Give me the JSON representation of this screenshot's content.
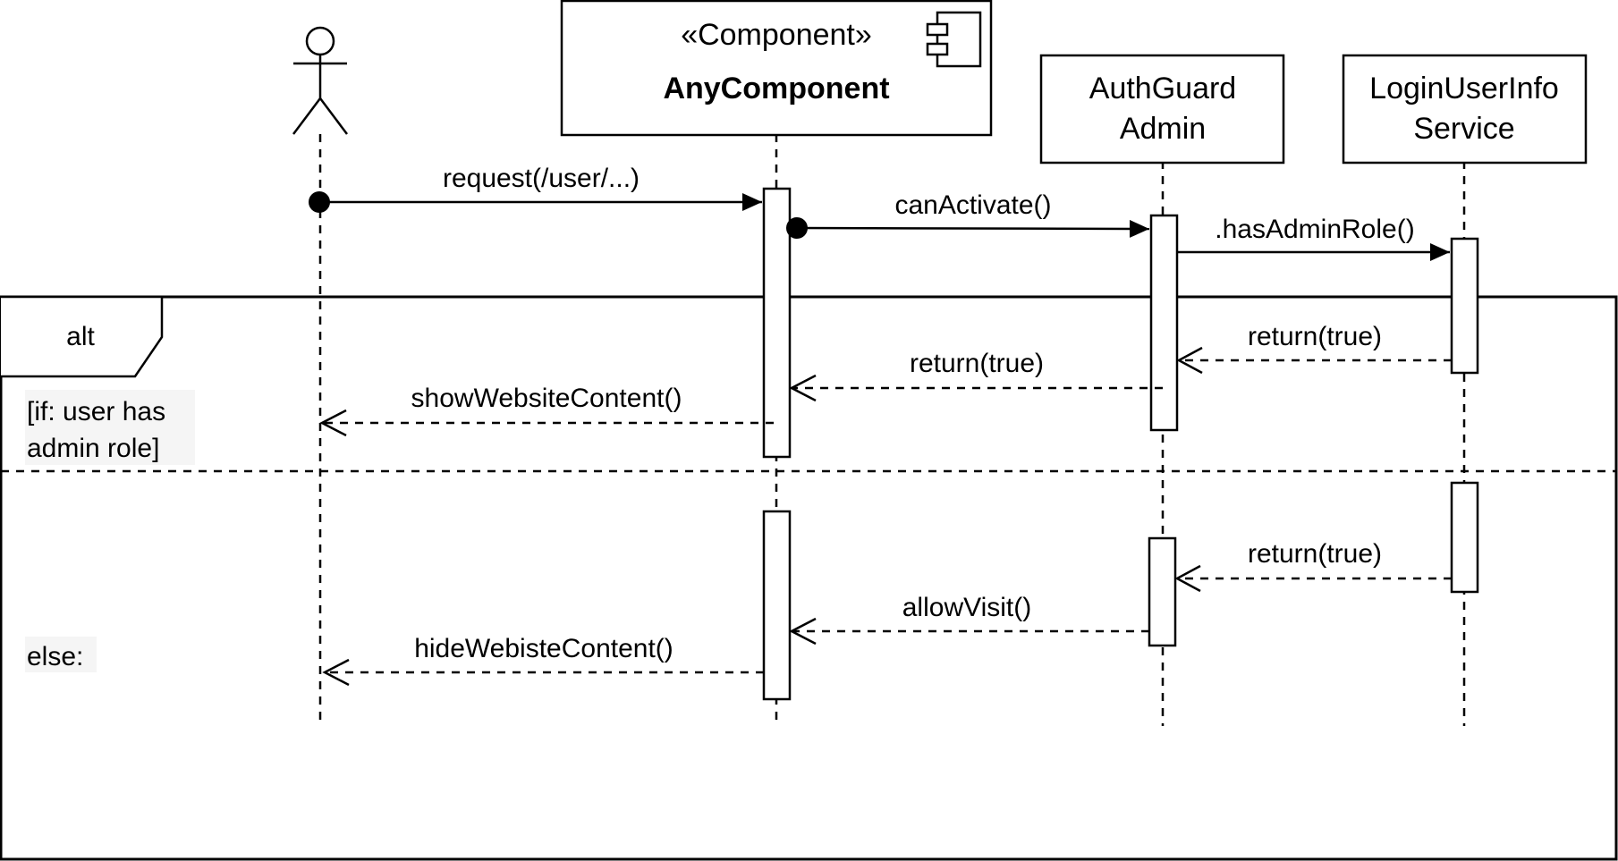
{
  "participants": {
    "actor": {
      "label": ""
    },
    "any_component": {
      "stereotype": "«Component»",
      "name": "AnyComponent"
    },
    "auth_guard": {
      "line1": "AuthGuard",
      "line2": "Admin"
    },
    "login_service": {
      "line1": "LoginUserInfo",
      "line2": "Service"
    }
  },
  "fragment": {
    "operator": "alt",
    "guard_line1": "[if: user has",
    "guard_line2": "admin role]",
    "else_label": "else:"
  },
  "messages": {
    "request": "request(/user/...)",
    "can_activate": "canActivate()",
    "has_admin_role": ".hasAdminRole()",
    "return_true_1": "return(true)",
    "return_true_2": "return(true)",
    "show_content": "showWebsiteContent()",
    "return_true_3": "return(true)",
    "allow_visit": "allowVisit()",
    "hide_content": "hideWebisteContent()"
  },
  "colors": {
    "stroke": "#000000",
    "background": "#ffffff",
    "label_bg": "#f5f5f5"
  }
}
